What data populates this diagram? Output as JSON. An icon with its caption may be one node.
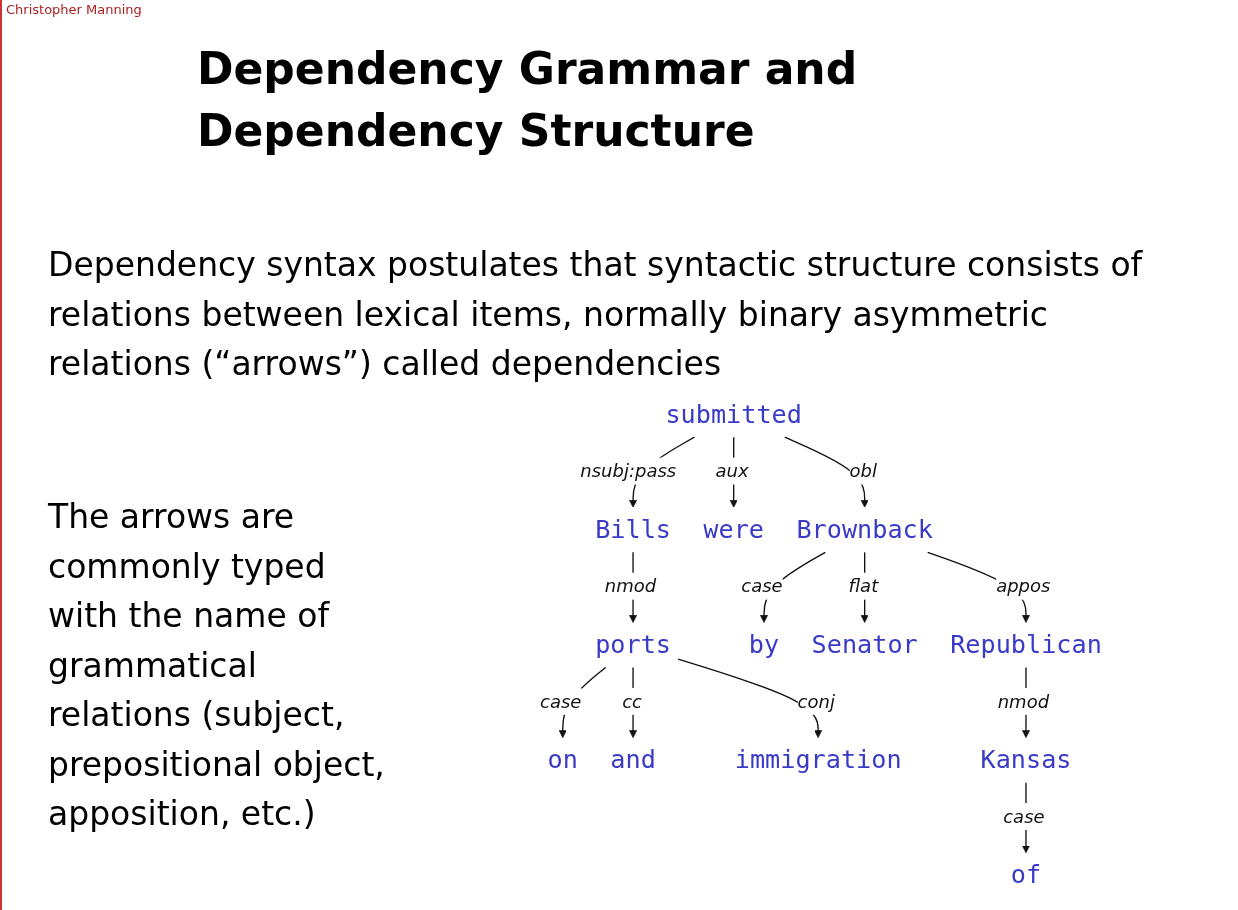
{
  "diagram": {
    "title": "Dependency Grammar and Dependency Structure",
    "nodes": [
      {
        "text": [
          "submitted"
        ]
      },
      {
        "text": [
          "Bills"
        ]
      },
      {
        "text": [
          "were"
        ]
      },
      {
        "text": [
          "Brownback"
        ]
      },
      {
        "text": [
          "ports"
        ]
      },
      {
        "text": [
          "on"
        ]
      },
      {
        "text": [
          "and"
        ]
      },
      {
        "text": [
          "immigration"
        ]
      },
      {
        "text": [
          "by"
        ]
      },
      {
        "text": [
          "Senator"
        ]
      },
      {
        "text": [
          "Republican"
        ]
      },
      {
        "text": [
          "Kansas"
        ]
      },
      {
        "text": [
          "of"
        ]
      }
    ],
    "edges": [
      {
        "from": 0,
        "to": 1,
        "arrow": "to",
        "label": "nsubj:pass"
      },
      {
        "from": 0,
        "to": 2,
        "arrow": "to",
        "label": "aux"
      },
      {
        "from": 0,
        "to": 3,
        "arrow": "to",
        "label": "obl"
      },
      {
        "from": 1,
        "to": 4,
        "arrow": "to",
        "label": "nmod"
      },
      {
        "from": 4,
        "to": 5,
        "arrow": "to",
        "label": "case"
      },
      {
        "from": 4,
        "to": 6,
        "arrow": "to",
        "label": "cc"
      },
      {
        "from": 4,
        "to": 7,
        "arrow": "to",
        "label": "conj"
      },
      {
        "from": 3,
        "to": 8,
        "arrow": "to",
        "label": "case"
      },
      {
        "from": 3,
        "to": 9,
        "arrow": "to",
        "label": "flat"
      },
      {
        "from": 3,
        "to": 10,
        "arrow": "to",
        "label": "appos"
      },
      {
        "from": 10,
        "to": 11,
        "arrow": "to",
        "label": "nmod"
      },
      {
        "from": 11,
        "to": 12,
        "arrow": "to",
        "label": "case"
      }
    ],
    "labels": [
      "Christopher Manning",
      "Dependency syntax postulates that syntactic structure consists of relations between lexical items, normally binary asymmetric relations (“arrows”) called dependencies",
      "The arrows are commonly typed with the name of grammatical relations (subject, prepositional object, apposition, etc.)"
    ]
  }
}
